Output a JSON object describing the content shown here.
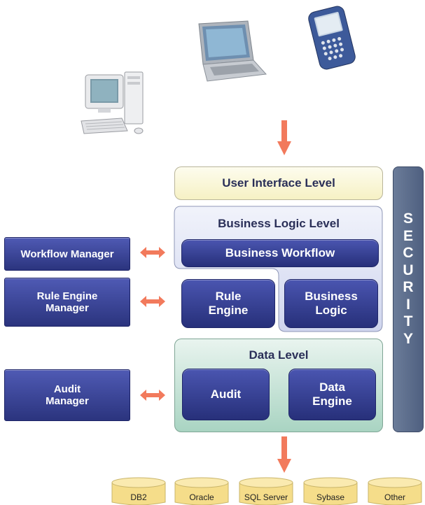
{
  "levels": {
    "ui": "User Interface Level",
    "business": "Business Logic Level",
    "data": "Data Level"
  },
  "components": {
    "business_workflow": "Business Workflow",
    "rule_engine": "Rule Engine",
    "business_logic": "Business Logic",
    "audit": "Audit",
    "data_engine": "Data Engine"
  },
  "managers": {
    "workflow": "Workflow Manager",
    "rule_engine": "Rule Engine Manager",
    "audit": "Audit Manager"
  },
  "security": [
    "S",
    "E",
    "C",
    "U",
    "R",
    "I",
    "T",
    "Y"
  ],
  "databases": [
    "DB2",
    "Oracle",
    "SQL Server",
    "Sybase",
    "Other"
  ],
  "devices": [
    "desktop-computer-icon",
    "laptop-icon",
    "smartphone-icon"
  ],
  "colors": {
    "arrow": "#f27a5c",
    "manager_blue": "#2f3888",
    "security_bar": "#5c6e8c",
    "ui_level_bg": "#fbf9da",
    "business_level_bg": "#e6e9f7",
    "data_level_bg": "#d6ebe2",
    "db_cylinder": "#f5dd8a"
  }
}
